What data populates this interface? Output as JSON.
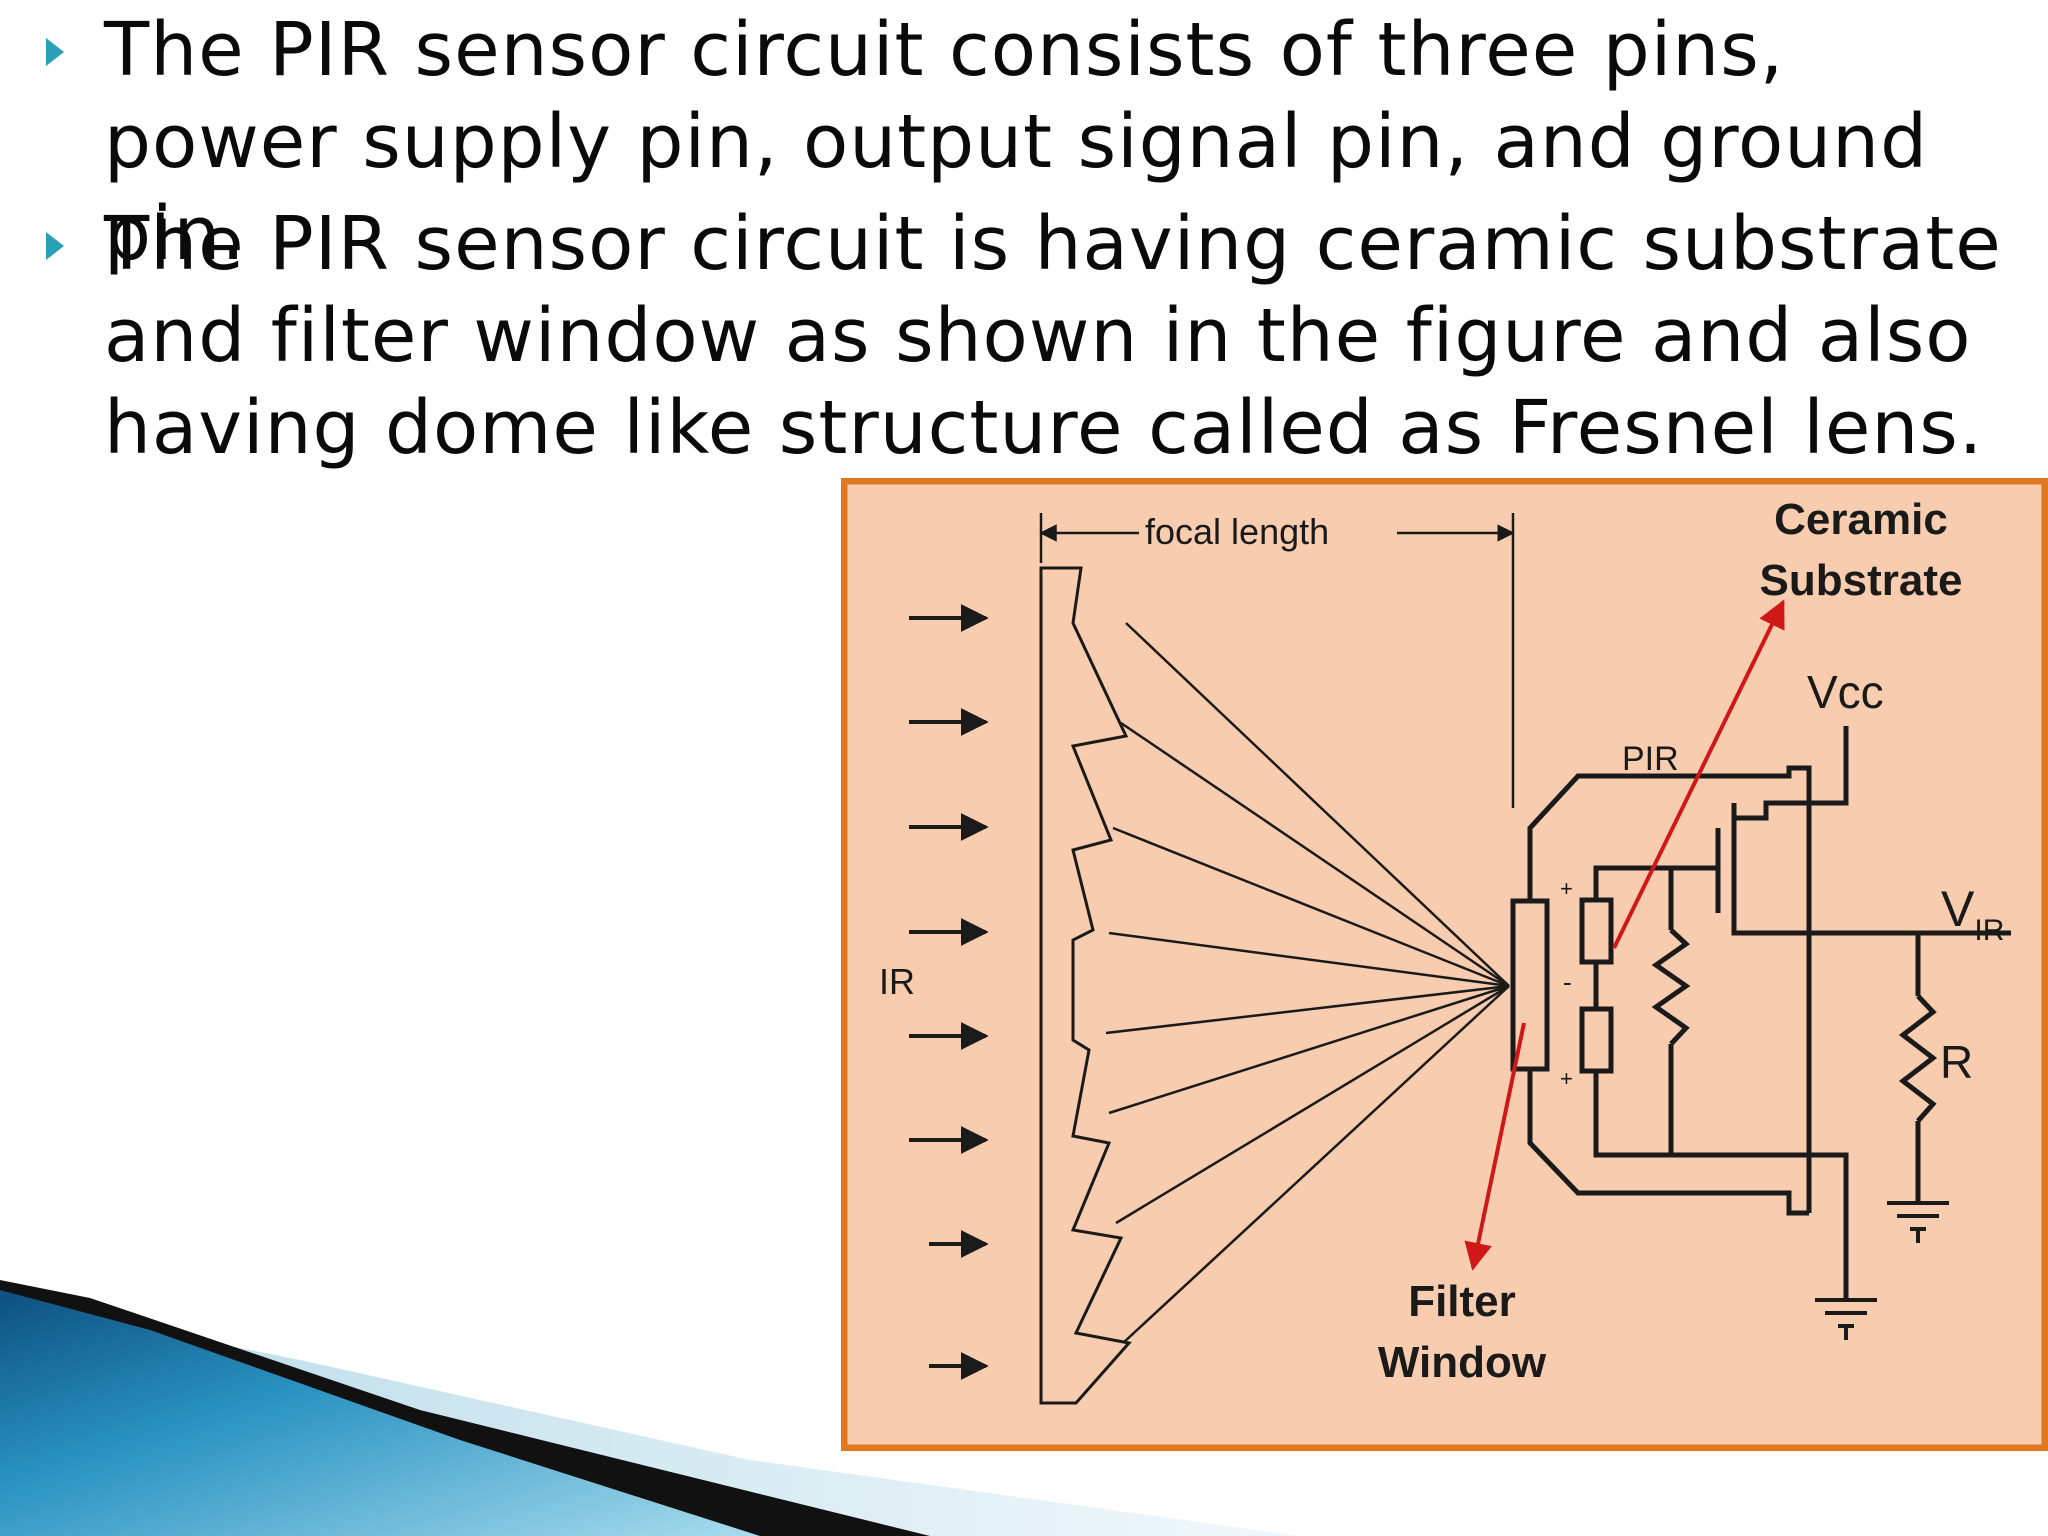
{
  "bullets": [
    {
      "text": "The PIR sensor circuit consists of three pins, power supply pin, output signal pin, and ground pin."
    },
    {
      "text": "The PIR sensor circuit is having ceramic substrate and filter window as shown in the figure and also having dome like structure called as Fresnel lens."
    }
  ],
  "colors": {
    "bullet": "#2aa0b6",
    "figure_background": "#f8ccae",
    "figure_border": "#e07820",
    "pointer_arrow": "#d01818",
    "line": "#1a1a1a"
  },
  "figure": {
    "focal_length_label": "focal length",
    "ceramic_label_line1": "Ceramic",
    "ceramic_label_line2": "Substrate",
    "vcc_label": "Vcc",
    "pir_label": "PIR",
    "vir_label_main": "V",
    "vir_label_sub": "IR",
    "ir_label": "IR",
    "r_label": "R",
    "plus_top": "+",
    "minus_mid": "-",
    "plus_bottom": "+",
    "filter_label_line1": "Filter",
    "filter_label_line2": "Window"
  }
}
